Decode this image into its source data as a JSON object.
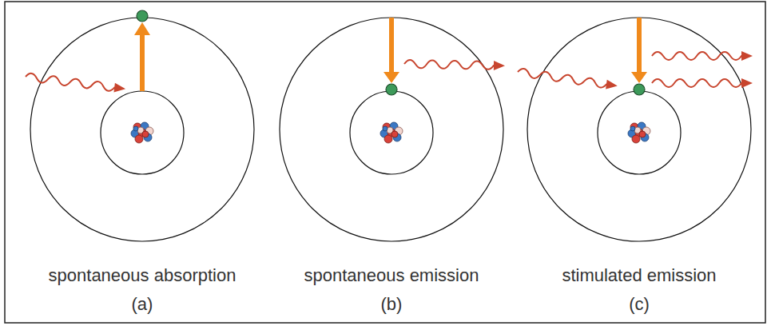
{
  "diagram": {
    "labels": [
      "spontaneous absorption",
      "(a)",
      "spontaneous emission",
      "(b)",
      "stimulated emission",
      "(c)"
    ]
  }
}
